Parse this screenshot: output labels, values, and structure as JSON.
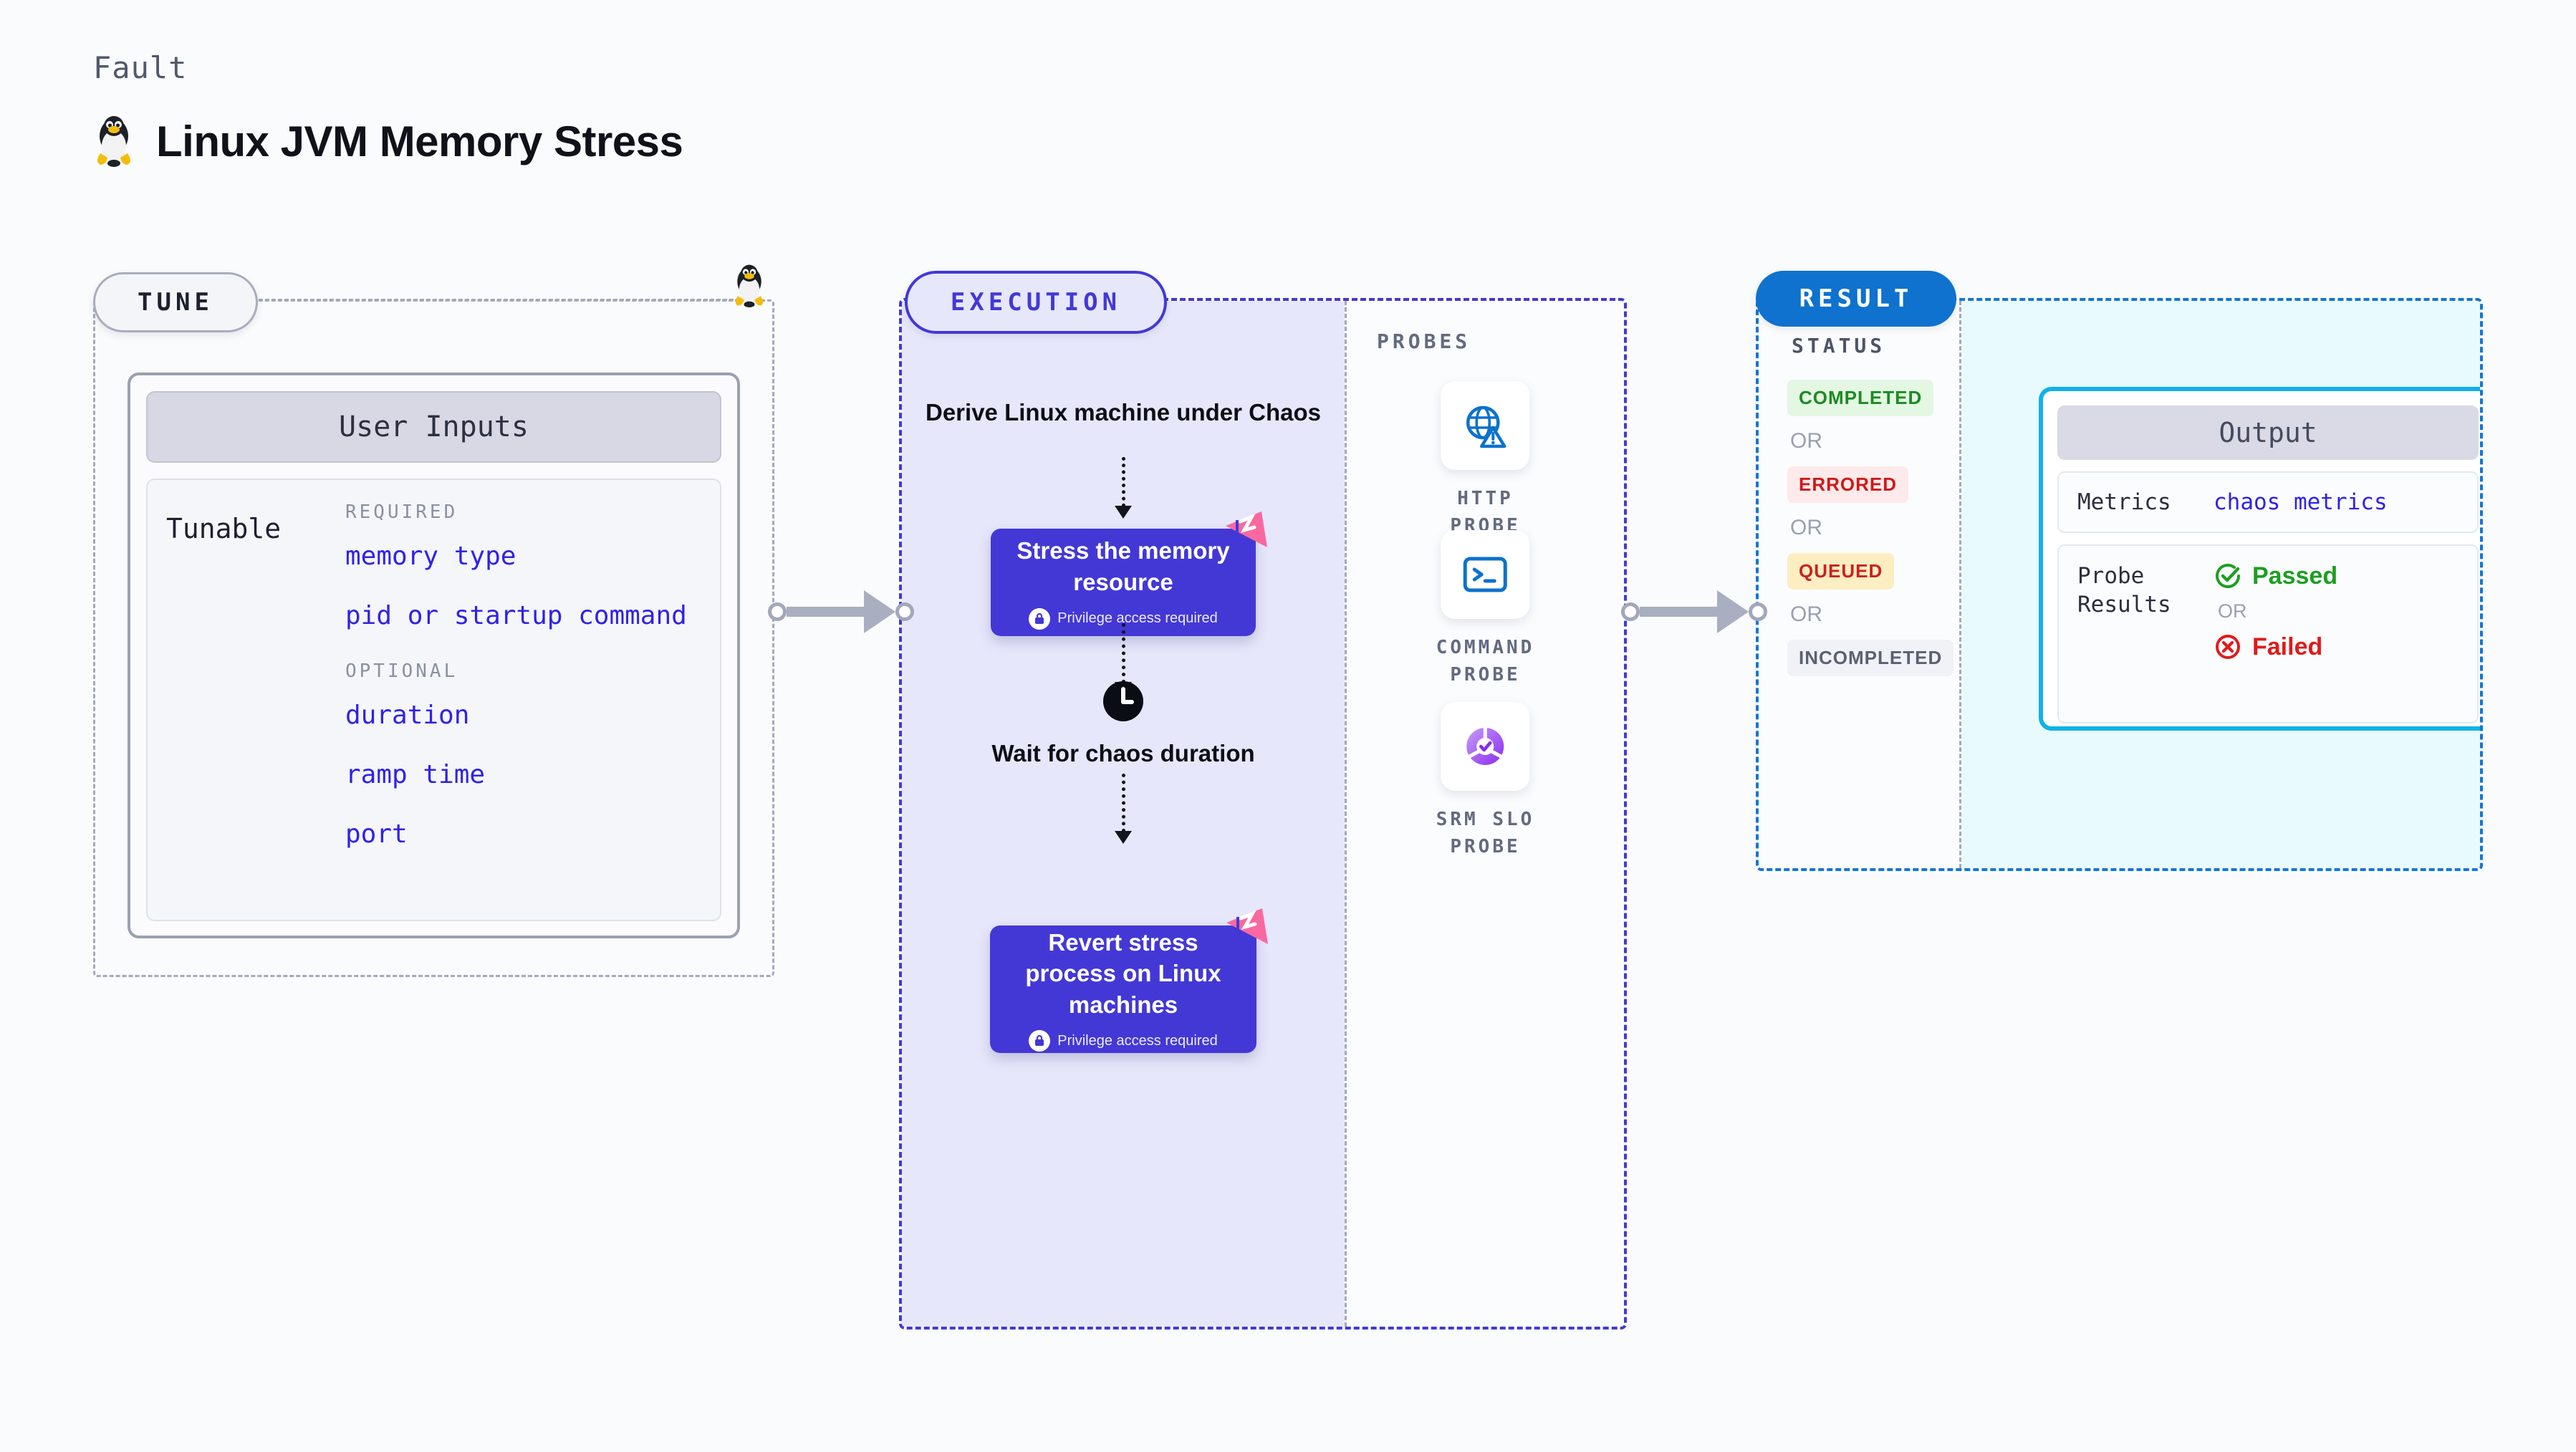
{
  "header": {
    "eyebrow": "Fault",
    "title": "Linux JVM Memory Stress",
    "icon": "linux-tux-icon"
  },
  "tune": {
    "pill_label": "TUNE",
    "card_title": "User Inputs",
    "tunable_label": "Tunable",
    "groups": [
      {
        "label": "REQUIRED",
        "items": [
          "memory type",
          "pid or startup command"
        ]
      },
      {
        "label": "OPTIONAL",
        "items": [
          "duration",
          "ramp time",
          "port"
        ]
      }
    ],
    "accent_color": "#3021e8"
  },
  "execution": {
    "pill_label": "EXECUTION",
    "steps": [
      {
        "type": "text",
        "label": "Derive Linux machine under Chaos"
      },
      {
        "type": "card",
        "label": "Stress the memory resource",
        "note": "Privilege access required",
        "icon": "lock-icon"
      },
      {
        "type": "wait",
        "label": "Wait for chaos duration",
        "icon": "clock-icon"
      },
      {
        "type": "card",
        "label": "Revert stress process on Linux machines",
        "note": "Privilege access required",
        "icon": "lock-icon"
      }
    ],
    "card_color": "#4338d6",
    "panel_color": "#e7e7fb"
  },
  "probes": {
    "label": "PROBES",
    "items": [
      {
        "name": "HTTP PROBE",
        "icon": "globe-warning-icon"
      },
      {
        "name": "COMMAND PROBE",
        "icon": "terminal-icon"
      },
      {
        "name": "SRM SLO PROBE",
        "icon": "slo-donut-check-icon"
      }
    ]
  },
  "result": {
    "pill_label": "RESULT",
    "status_label": "STATUS",
    "or_label": "OR",
    "statuses": [
      {
        "label": "COMPLETED",
        "bg": "#e3f7e3",
        "fg": "#1d8a23"
      },
      {
        "label": "ERRORED",
        "bg": "#fdeaea",
        "fg": "#d01919"
      },
      {
        "label": "QUEUED",
        "bg": "#fdeec2",
        "fg": "#cc2020"
      },
      {
        "label": "INCOMPLETED",
        "bg": "#f1f2f7",
        "fg": "#5b6173"
      }
    ],
    "output": {
      "title": "Output",
      "metrics_key": "Metrics",
      "metrics_value": "chaos metrics",
      "probe_key": "Probe Results",
      "passed_label": "Passed",
      "failed_label": "Failed",
      "or_label": "OR",
      "passed_color": "#1d9e22",
      "failed_color": "#e01b1b",
      "border_color": "#0fb2e8"
    }
  }
}
